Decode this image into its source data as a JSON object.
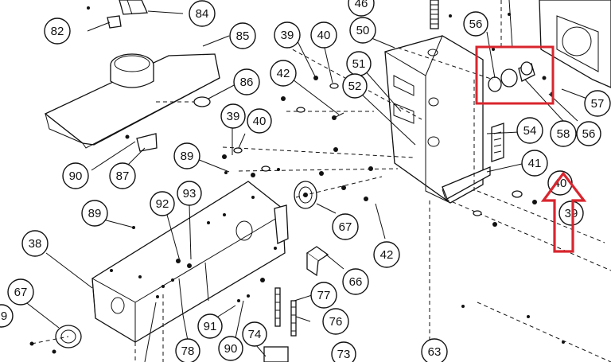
{
  "diagram": {
    "callouts": [
      {
        "id": "c84",
        "label": "84"
      },
      {
        "id": "c82",
        "label": "82"
      },
      {
        "id": "c85",
        "label": "85"
      },
      {
        "id": "c86",
        "label": "86"
      },
      {
        "id": "c90a",
        "label": "90"
      },
      {
        "id": "c87",
        "label": "87"
      },
      {
        "id": "c39a",
        "label": "39"
      },
      {
        "id": "c40a",
        "label": "40"
      },
      {
        "id": "c89a",
        "label": "89"
      },
      {
        "id": "c39b",
        "label": "39"
      },
      {
        "id": "c40b",
        "label": "40"
      },
      {
        "id": "c42a",
        "label": "42"
      },
      {
        "id": "c46",
        "label": "46"
      },
      {
        "id": "c50",
        "label": "50"
      },
      {
        "id": "c51",
        "label": "51"
      },
      {
        "id": "c52",
        "label": "52"
      },
      {
        "id": "c56a",
        "label": "56"
      },
      {
        "id": "c57",
        "label": "57"
      },
      {
        "id": "c58",
        "label": "58"
      },
      {
        "id": "c56b",
        "label": "56"
      },
      {
        "id": "c54",
        "label": "54"
      },
      {
        "id": "c41",
        "label": "41"
      },
      {
        "id": "c40c",
        "label": "40"
      },
      {
        "id": "c39c",
        "label": "39"
      },
      {
        "id": "c67a",
        "label": "67"
      },
      {
        "id": "c42b",
        "label": "42"
      },
      {
        "id": "c66",
        "label": "66"
      },
      {
        "id": "c89b",
        "label": "89"
      },
      {
        "id": "c92",
        "label": "92"
      },
      {
        "id": "c93",
        "label": "93"
      },
      {
        "id": "c38",
        "label": "38"
      },
      {
        "id": "c67b",
        "label": "67"
      },
      {
        "id": "c9",
        "label": "9"
      },
      {
        "id": "c77",
        "label": "77"
      },
      {
        "id": "c76",
        "label": "76"
      },
      {
        "id": "c91",
        "label": "91"
      },
      {
        "id": "c90b",
        "label": "90"
      },
      {
        "id": "c78",
        "label": "78"
      },
      {
        "id": "c74",
        "label": "74"
      },
      {
        "id": "c73",
        "label": "73"
      },
      {
        "id": "c63",
        "label": "63"
      }
    ],
    "highlight_color": "#d9252e"
  }
}
